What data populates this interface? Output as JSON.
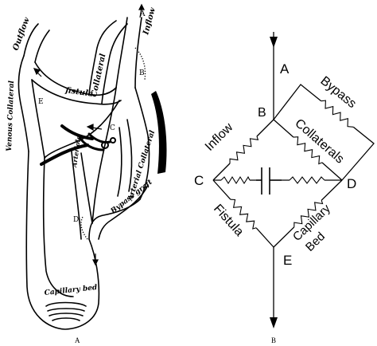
{
  "panel_a": {
    "caption": "A",
    "labels": {
      "outflow": "Outflow",
      "inflow": "Inflow",
      "a": "A",
      "b": "B",
      "venous_collateral": "Venous Collateral",
      "fistula": "fistula",
      "collateral": "Collateral",
      "e": "E",
      "c": "C",
      "arteriole": "Arteriole",
      "arterial_collateral": "Arterial Collateral",
      "bypass_graft": "Bypass graft",
      "d": "D",
      "capillary_bed": "Capillary bed"
    }
  },
  "panel_b": {
    "caption": "B",
    "labels": {
      "a": "A",
      "b": "B",
      "c": "C",
      "d": "D",
      "e": "E",
      "bypass": "Bypass",
      "inflow": "Inflow",
      "collaterals": "Collaterals",
      "fistula": "Fistula",
      "capillary_bed_1": "Capillary",
      "capillary_bed_2": "Bed"
    }
  }
}
